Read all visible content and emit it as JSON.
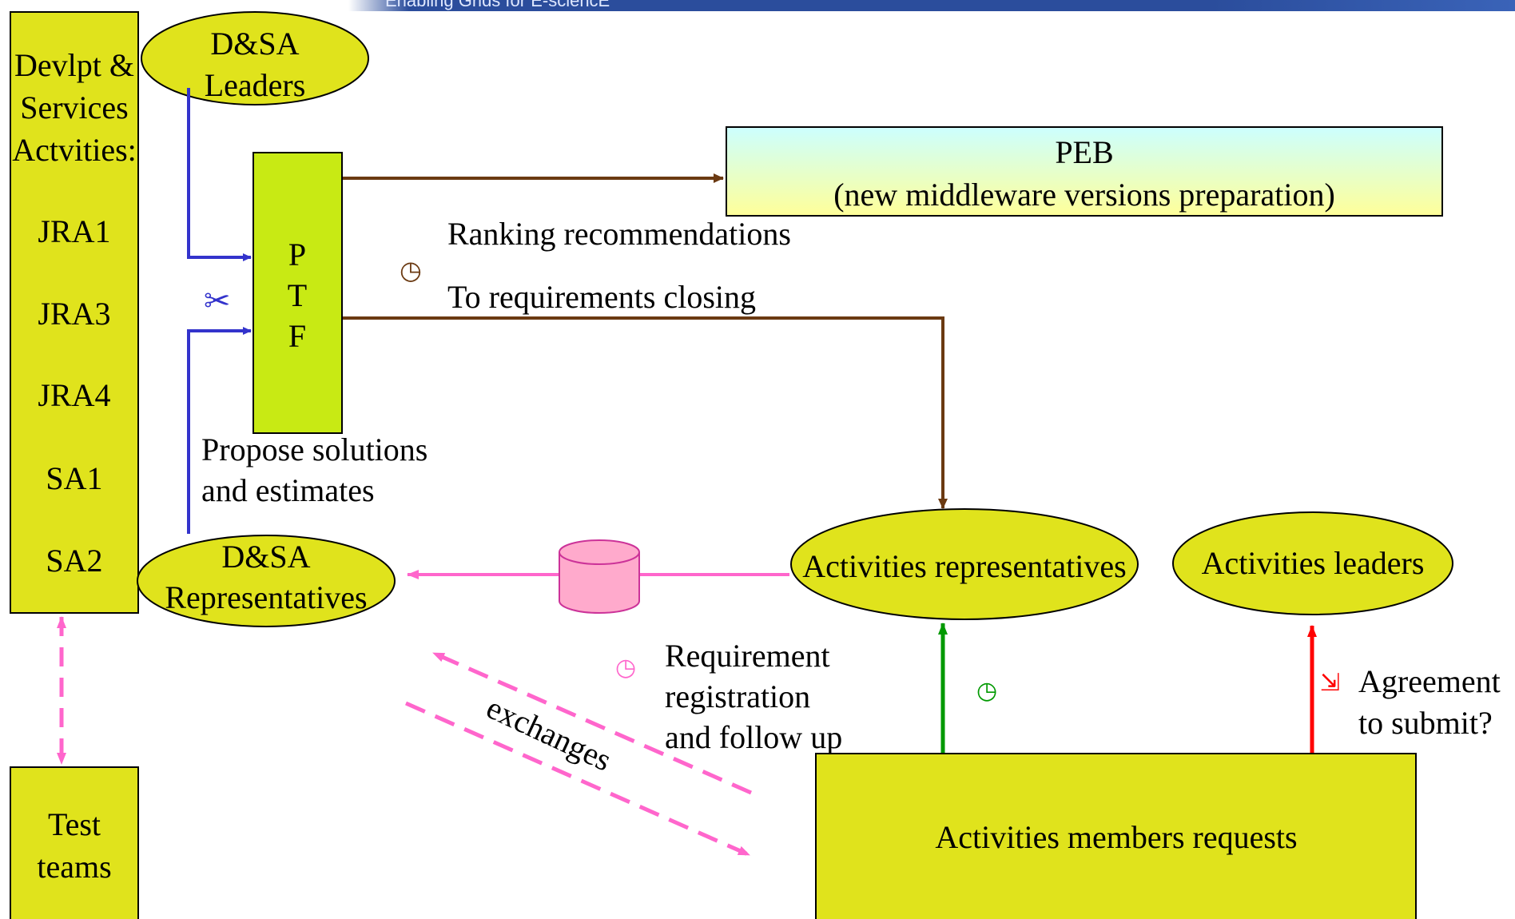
{
  "header": {
    "banner_text": "Enabling Grids for E-sciencE"
  },
  "activities_column": {
    "title_lines": [
      "Devlpt &",
      "Services",
      "Actvities:"
    ],
    "items": [
      "JRA1",
      "JRA3",
      "JRA4",
      "SA1",
      "SA2"
    ]
  },
  "test_teams": {
    "lines": [
      "Test",
      "teams"
    ]
  },
  "dsa_leaders": {
    "lines": [
      "D&SA",
      "Leaders"
    ]
  },
  "dsa_representatives": {
    "lines": [
      "D&SA",
      "Representatives"
    ]
  },
  "ptf": {
    "letters": [
      "P",
      "T",
      "F"
    ]
  },
  "peb": {
    "lines": [
      "PEB",
      "(new middleware versions preparation)"
    ]
  },
  "labels": {
    "ranking": "Ranking recommendations",
    "closing": "To requirements closing",
    "propose": [
      "Propose solutions",
      "and estimates"
    ],
    "registration": [
      "Requirement",
      "registration",
      "and follow up"
    ],
    "exchanges": "exchanges",
    "agreement": [
      "Agreement",
      "to submit?"
    ]
  },
  "activities_representatives": "Activities representatives",
  "activities_leaders": "Activities leaders",
  "members_requests": "Activities members requests",
  "colors": {
    "box_fill": "#e0e31c",
    "ptf_fill": "#c8ea14",
    "blue_arrow": "#3333cc",
    "brown_arrow": "#6b3a12",
    "pink_arrow": "#ff66cc",
    "green_arrow": "#009900",
    "red_arrow": "#ff0000",
    "peb_gradient": [
      "#ccffff",
      "#ffff99"
    ]
  },
  "icons": {
    "scissors": "scissors-icon",
    "clock_brown": "clock-icon",
    "clock_pink": "clock-icon",
    "clock_green": "clock-icon",
    "red_arrow_mark": "arrow-icon"
  }
}
